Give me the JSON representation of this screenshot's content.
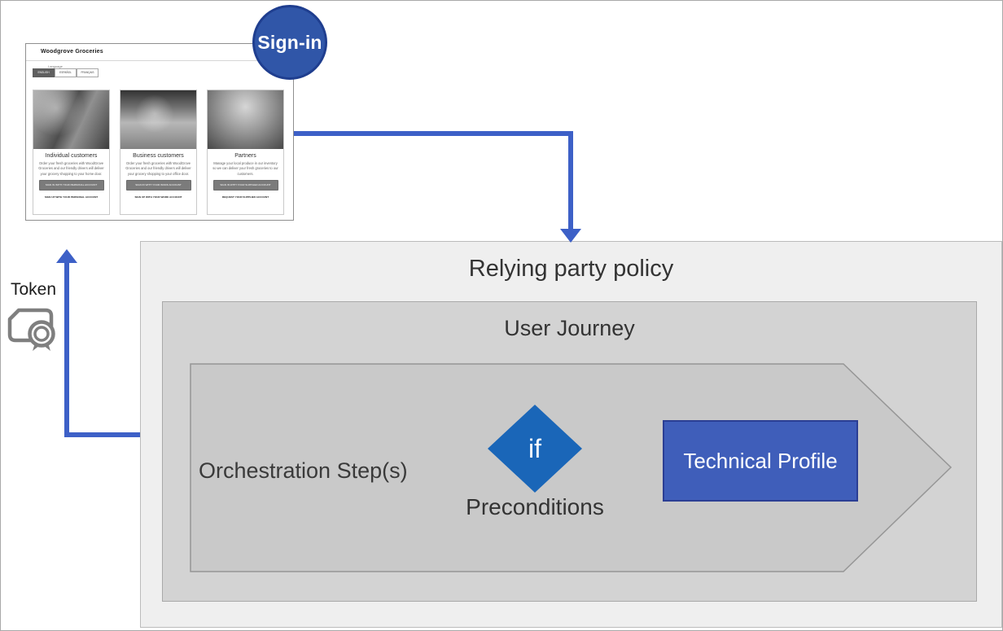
{
  "diagram": {
    "signin_label": "Sign-in",
    "token_label": "Token",
    "relying_party_title": "Relying party policy",
    "user_journey_title": "User Journey",
    "orchestration_label": "Orchestration Step(s)",
    "if_label": "if",
    "preconditions_label": "Preconditions",
    "technical_profile_label": "Technical Profile",
    "icons": {
      "token_icon": "certificate-icon"
    },
    "colors": {
      "arrow_blue": "#3D60C7",
      "signin_circle_fill": "#3056A8",
      "signin_circle_border": "#1F3E8F",
      "if_diamond_blue": "#1A66B8",
      "technical_profile_fill": "#3F5EBA",
      "technical_profile_border": "#2B3E94",
      "relying_party_fill": "#EFEFEF",
      "user_journey_fill": "#D3D3D3",
      "orchestration_chevron_fill": "#C9C9C9"
    }
  },
  "browser": {
    "title": "Woodgrove Groceries",
    "language_label": "Language",
    "languages": [
      {
        "label": "ENGLISH",
        "selected": true
      },
      {
        "label": "ESPAÑOL",
        "selected": false
      },
      {
        "label": "FRANÇAIS",
        "selected": false
      }
    ],
    "cards": [
      {
        "title": "Individual customers",
        "description": "Order your fresh groceries with WoodGrove Groceries and our friendly drivers will deliver your grocery shopping to your home door.",
        "button": "SIGN IN WITH YOUR PERSONAL ACCOUNT",
        "link": "SIGN UP WITH YOUR PERSONAL ACCOUNT"
      },
      {
        "title": "Business customers",
        "description": "Order your fresh groceries with WoodGrove Groceries and our friendly drivers will deliver your grocery shopping to your office door.",
        "button": "SIGN IN WITH YOUR WORK ACCOUNT",
        "link": "SIGN UP WITH YOUR WORK ACCOUNT"
      },
      {
        "title": "Partners",
        "description": "Manage your local produce in our inventory so we can deliver your fresh groceries to our customers.",
        "button": "SIGN IN WITH YOUR SUPPLIER ACCOUNT",
        "link": "REQUEST YOUR SUPPLIER ACCOUNT"
      }
    ]
  }
}
